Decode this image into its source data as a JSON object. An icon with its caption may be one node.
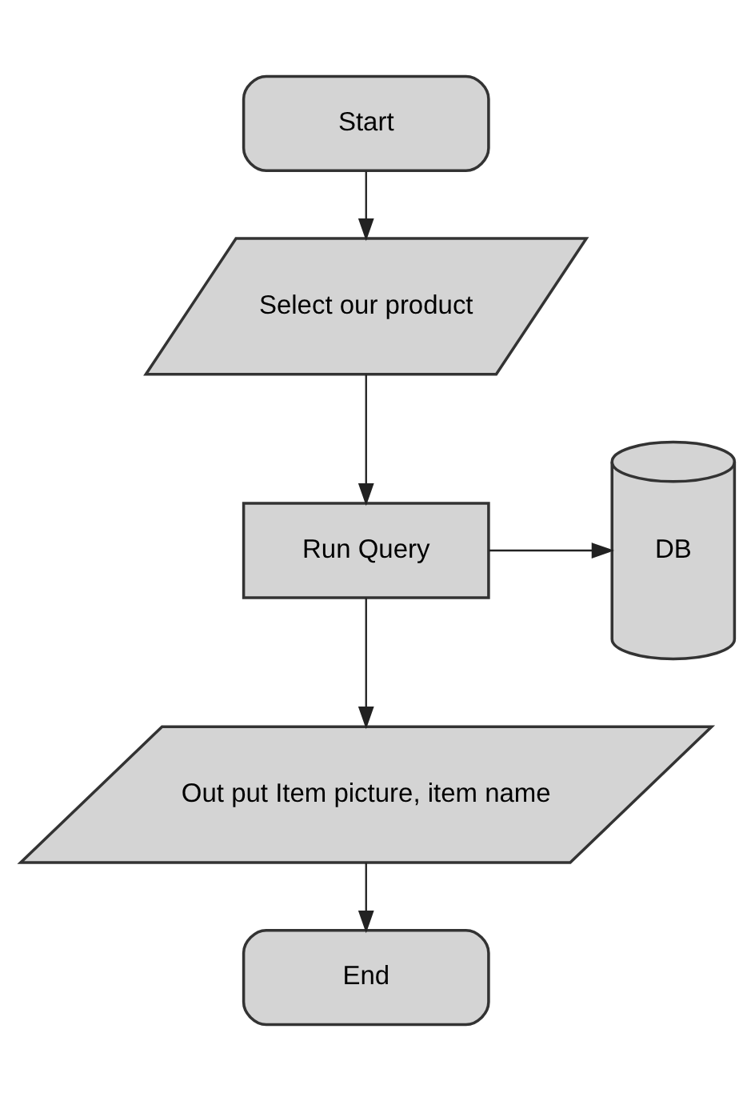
{
  "diagram": {
    "nodes": [
      {
        "text": [
          "Start"
        ]
      },
      {
        "text": [
          "Select our product"
        ]
      },
      {
        "text": [
          "Run Query"
        ]
      },
      {
        "text": [
          "DB"
        ]
      },
      {
        "text": [
          "Out put Item picture, item name"
        ]
      },
      {
        "text": [
          "End"
        ]
      }
    ],
    "edges": [
      {
        "from": 0,
        "to": 1,
        "arrow": "to"
      },
      {
        "from": 1,
        "to": 2,
        "arrow": "to"
      },
      {
        "from": 2,
        "to": 3,
        "arrow": "to"
      },
      {
        "from": 2,
        "to": 4,
        "arrow": "to"
      },
      {
        "from": 4,
        "to": 5,
        "arrow": "to"
      }
    ]
  }
}
